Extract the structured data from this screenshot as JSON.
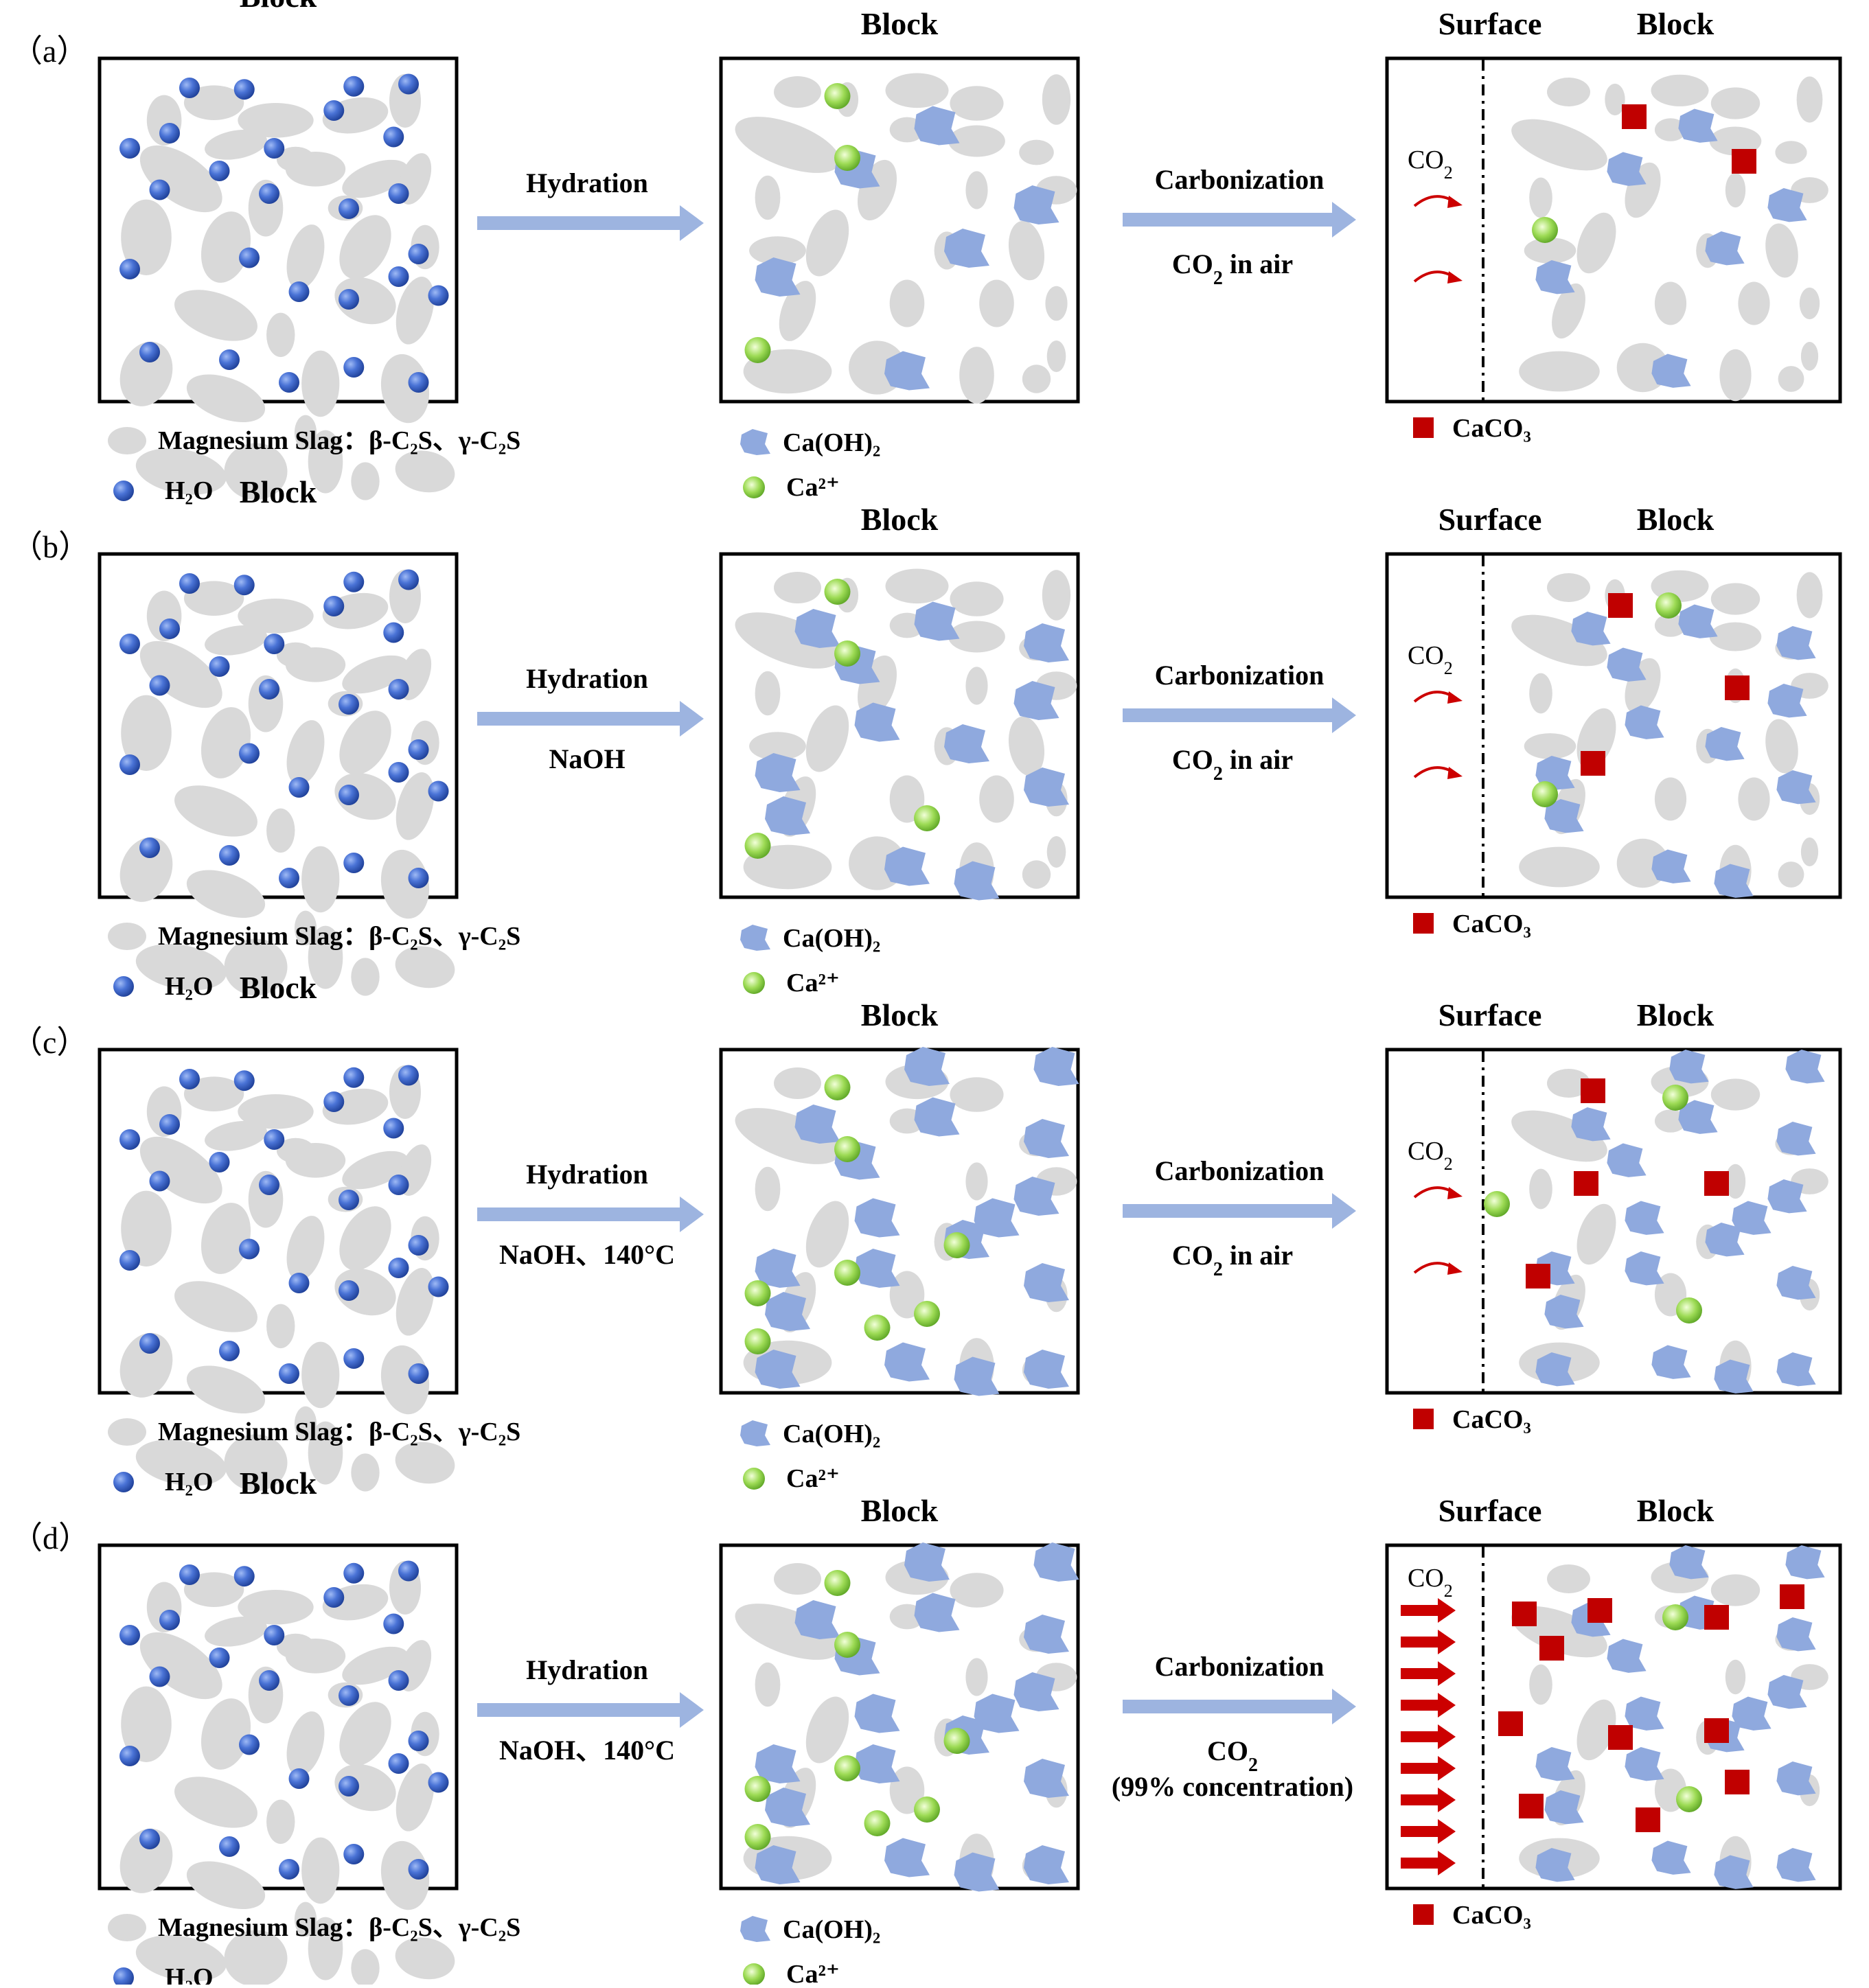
{
  "colors": {
    "slag": "#d9d9d9",
    "water": "#3f69c9",
    "caoh2": "#8fa9de",
    "ca_ion": "#8fd34b",
    "caco3": "#c00000",
    "arrow": "#9db4e0",
    "co2_arrow": "#cc0000",
    "frame": "#000000"
  },
  "icons": {
    "slag": "grey-ellipse-icon",
    "water": "blue-sphere-icon",
    "caoh2": "blue-blob-icon",
    "ca_ion": "green-sphere-icon",
    "caco3": "red-square-icon",
    "process": "right-arrow-icon",
    "co2": "curved-red-arrow-icon"
  },
  "rows": [
    {
      "label": "（a）",
      "block1_title": "Block",
      "step1": {
        "line1": "Hydration",
        "line2": ""
      },
      "block2_title": "Block",
      "step2": {
        "line1": "Carbonization",
        "line2": "CO",
        "line2_sub": "2",
        "line2_tail": " in air",
        "line3": ""
      },
      "surface_title": "Surface",
      "block3_title": "Block",
      "co2_label": "CO",
      "co2_sub": "2",
      "co2_mode": "diffusion",
      "legend": {
        "slag": "Magnesium Slag：β-C₂S、γ-C₂S",
        "water": "H₂O",
        "caoh2": "Ca(OH)₂",
        "ca_ion": "Ca²⁺",
        "caco3": "CaCO₃"
      }
    },
    {
      "label": "（b）",
      "block1_title": "Block",
      "step1": {
        "line1": "Hydration",
        "line2": "NaOH"
      },
      "block2_title": "Block",
      "step2": {
        "line1": "Carbonization",
        "line2": "CO",
        "line2_sub": "2",
        "line2_tail": " in air",
        "line3": ""
      },
      "surface_title": "Surface",
      "block3_title": "Block",
      "co2_label": "CO",
      "co2_sub": "2",
      "co2_mode": "diffusion",
      "legend": {
        "slag": "Magnesium Slag：β-C₂S、γ-C₂S",
        "water": "H₂O",
        "caoh2": "Ca(OH)₂",
        "ca_ion": "Ca²⁺",
        "caco3": "CaCO₃"
      }
    },
    {
      "label": "（c）",
      "block1_title": "Block",
      "step1": {
        "line1": "Hydration",
        "line2": "NaOH、140°C"
      },
      "block2_title": "Block",
      "step2": {
        "line1": "Carbonization",
        "line2": "CO",
        "line2_sub": "2",
        "line2_tail": " in air",
        "line3": ""
      },
      "surface_title": "Surface",
      "block3_title": "Block",
      "co2_label": "CO",
      "co2_sub": "2",
      "co2_mode": "diffusion",
      "legend": {
        "slag": "Magnesium Slag：β-C₂S、γ-C₂S",
        "water": "H₂O",
        "caoh2": "Ca(OH)₂",
        "ca_ion": "Ca²⁺",
        "caco3": "CaCO₃"
      }
    },
    {
      "label": "（d）",
      "block1_title": "Block",
      "step1": {
        "line1": "Hydration",
        "line2": "NaOH、140°C"
      },
      "block2_title": "Block",
      "step2": {
        "line1": "Carbonization",
        "line2": "CO",
        "line2_sub": "2",
        "line2_tail": "",
        "line3": "(99% concentration)"
      },
      "surface_title": "Surface",
      "block3_title": "Block",
      "co2_label": "CO",
      "co2_sub": "2",
      "co2_mode": "forced",
      "legend": {
        "slag": "Magnesium Slag：β-C₂S、γ-C₂S",
        "water": "H₂O",
        "caoh2": "Ca(OH)₂",
        "ca_ion": "Ca²⁺",
        "caco3": "CaCO₃"
      }
    }
  ]
}
